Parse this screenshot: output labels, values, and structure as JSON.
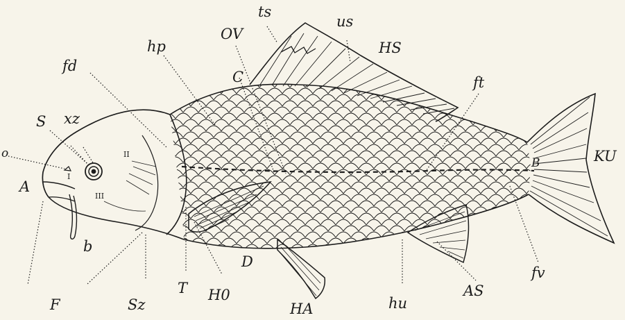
{
  "labels": {
    "o": "o",
    "S": "S",
    "xz": "xz",
    "fd": "fd",
    "hp": "hp",
    "C": "C",
    "OV": "OV",
    "ts": "ts",
    "us": "us",
    "HS": "HS",
    "ft": "ft",
    "B": "B",
    "KU": "KU",
    "A": "A",
    "b": "b",
    "F": "F",
    "Sz": "Sz",
    "T": "T",
    "HO": "H0",
    "D": "D",
    "HA": "HA",
    "hu": "hu",
    "AS": "AS",
    "fv": "fv",
    "I": "I",
    "II": "II",
    "III": "III"
  },
  "colors": {
    "ink": "#1c1c1c",
    "paper": "#f7f4ea"
  }
}
